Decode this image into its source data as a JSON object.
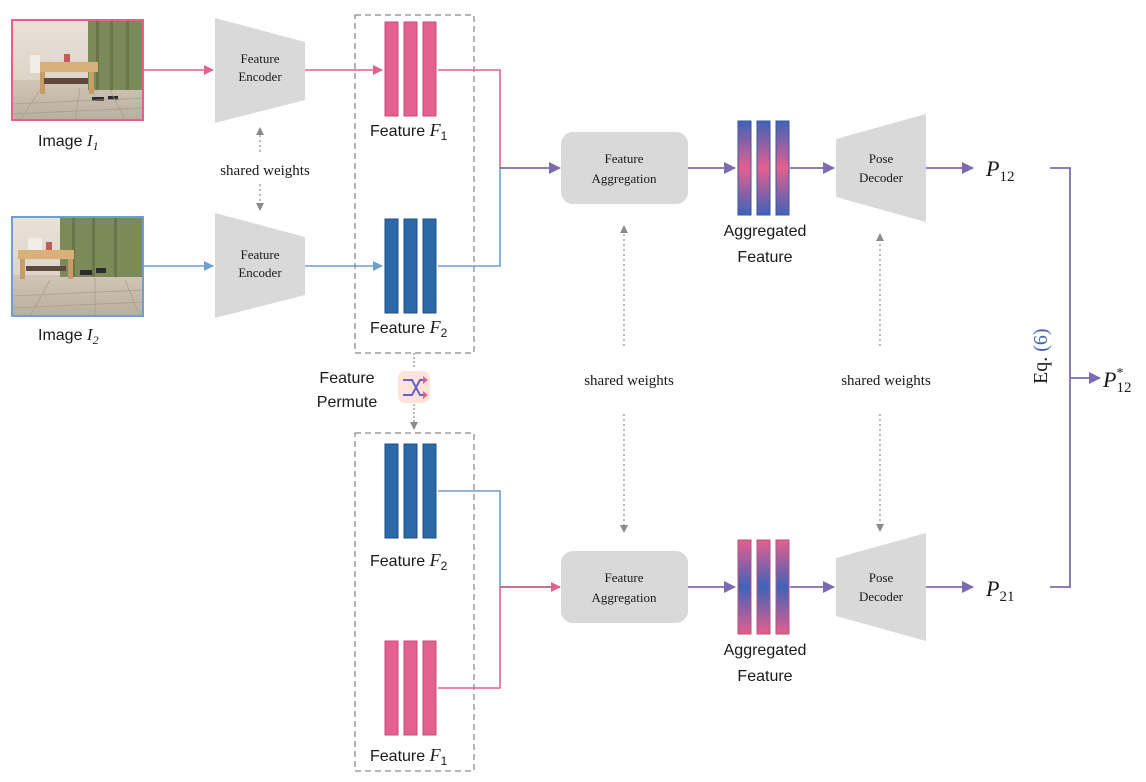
{
  "colors": {
    "pink": "#e4608e",
    "blue": "#2d68a8",
    "purple": "#7d6bb0",
    "grey_box": "#d9d9d9",
    "dashed": "#8a8a8a",
    "permute_bg": "#fde3da"
  },
  "images": [
    {
      "label": "Image",
      "subscript": "1"
    },
    {
      "label": "Image",
      "subscript": "2"
    }
  ],
  "encoder": {
    "line1": "Feature",
    "line2": "Encoder"
  },
  "shared_weights": "shared weights",
  "features": {
    "label": "Feature",
    "f1": {
      "var": "F",
      "sub": "1"
    },
    "f2": {
      "var": "F",
      "sub": "2"
    }
  },
  "permute": {
    "line1": "Feature",
    "line2": "Permute",
    "icon": "shuffle-icon"
  },
  "aggregation": {
    "line1": "Feature",
    "line2": "Aggregation"
  },
  "aggregated": {
    "line1": "Aggregated",
    "line2": "Feature"
  },
  "decoder": {
    "line1": "Pose",
    "line2": "Decoder"
  },
  "outputs": {
    "p12": {
      "var": "P",
      "sub": "12"
    },
    "p21": {
      "var": "P",
      "sub": "21"
    },
    "final": {
      "var": "P",
      "sub": "12",
      "sup": "*"
    }
  },
  "equation": {
    "text": "Eq. ",
    "ref": "(6)"
  }
}
